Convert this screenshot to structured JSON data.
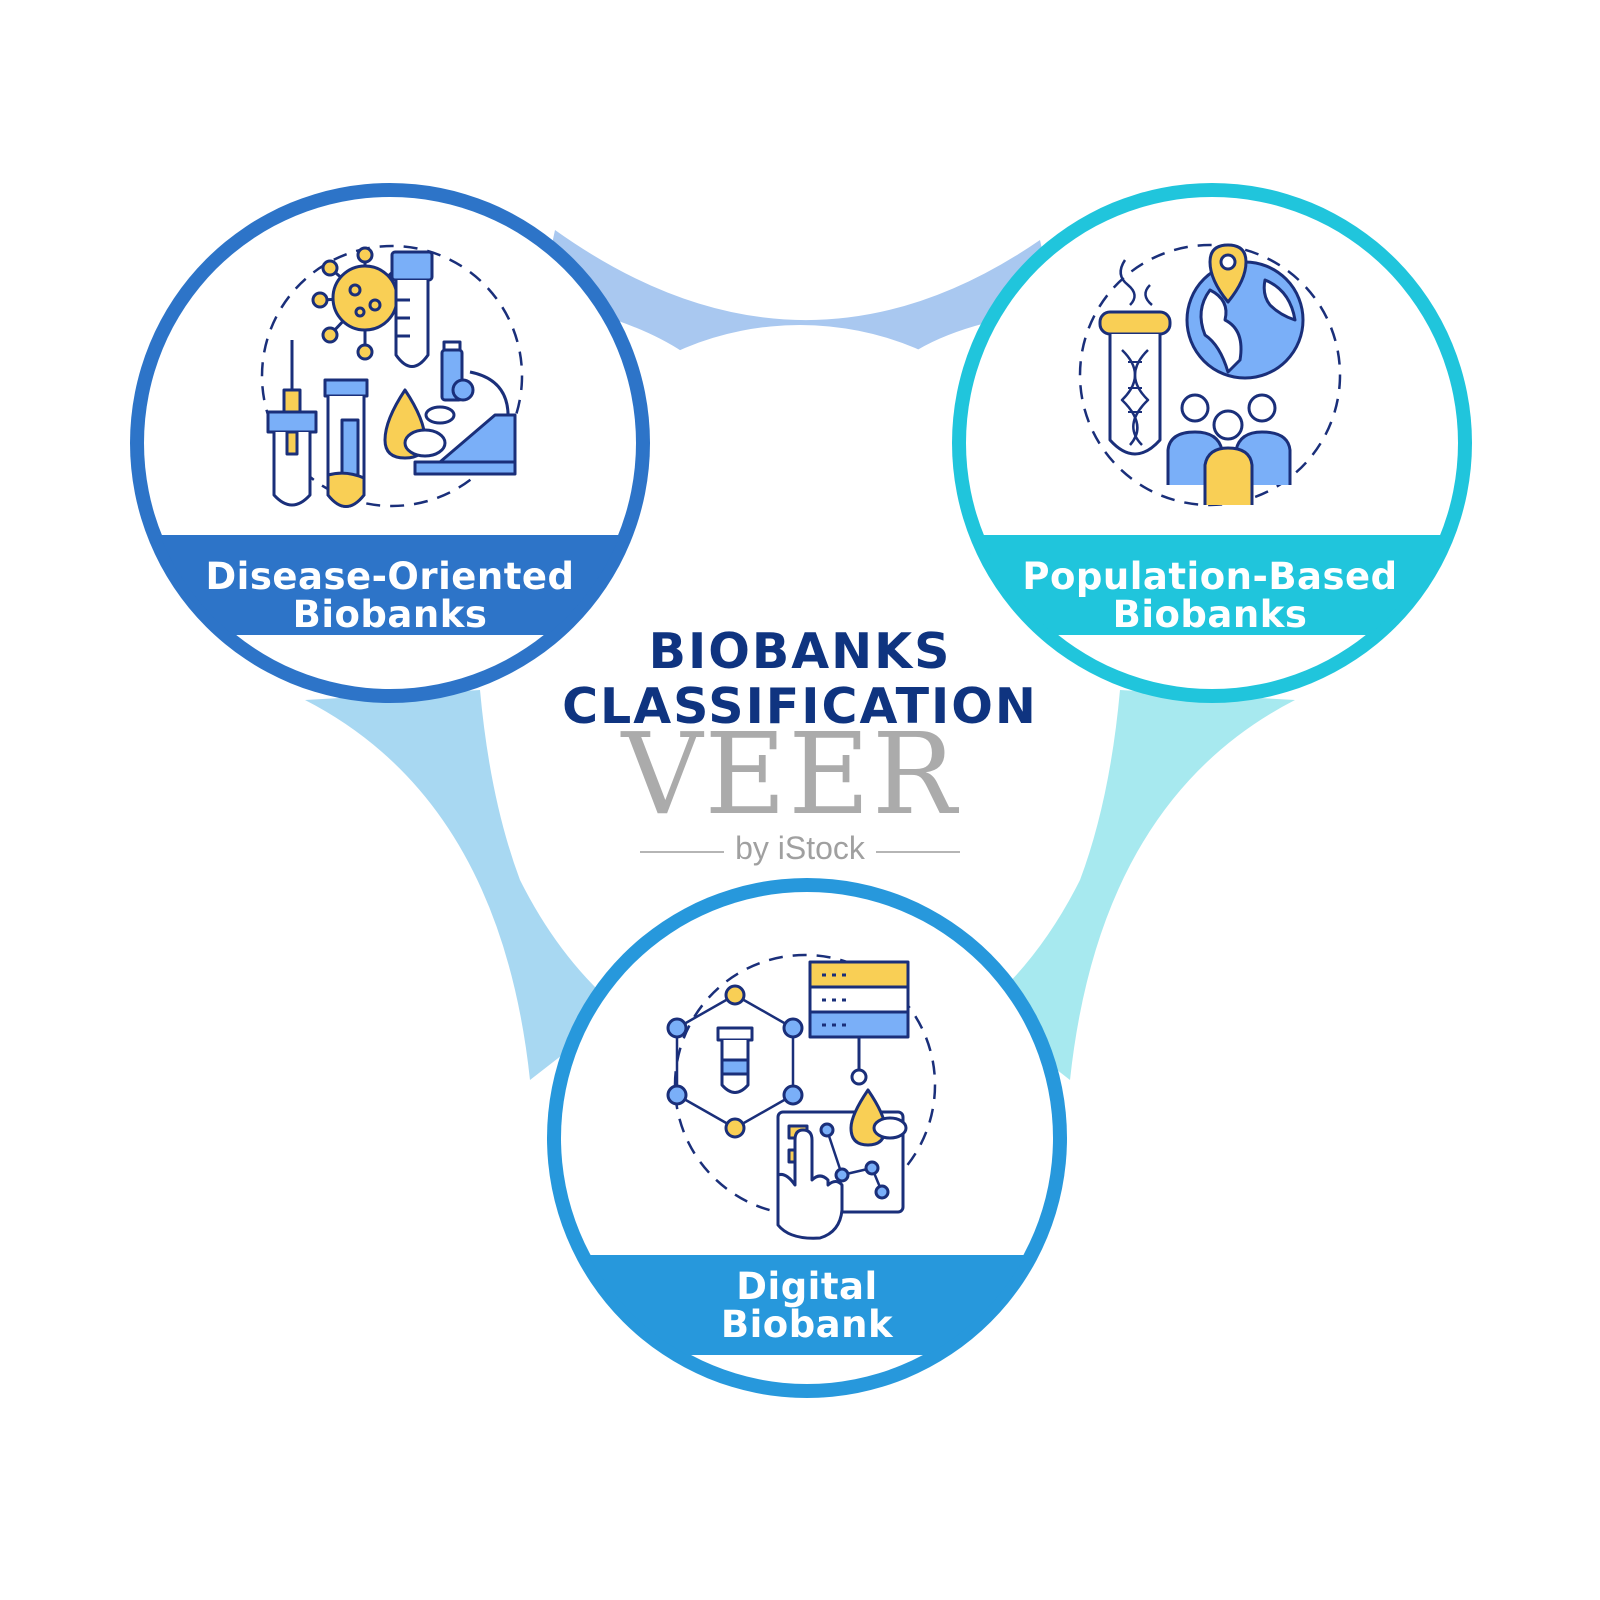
{
  "title_lines": [
    "BIOBANKS",
    "CLASSIFICATION"
  ],
  "categories": [
    {
      "lines": [
        "Disease-Oriented",
        "Biobanks"
      ],
      "color": "#2d74c8",
      "icon": "lab-research-icon"
    },
    {
      "lines": [
        "Population-Based",
        "Biobanks"
      ],
      "color": "#20c5dc",
      "icon": "population-genetics-icon"
    },
    {
      "lines": [
        "Digital",
        "Biobank"
      ],
      "color": "#2798dc",
      "icon": "digital-data-icon"
    }
  ],
  "watermark": {
    "main": "VEER",
    "sub": "by iStock"
  },
  "colors": {
    "title": "#0f3480",
    "connector_top": "#a9c8f0",
    "connector_left": "#a8d8f2",
    "connector_right": "#a7e9ef",
    "icon_yellow": "#f9cf55",
    "icon_blue": "#7aaff8",
    "icon_outline": "#1a2f7a"
  }
}
